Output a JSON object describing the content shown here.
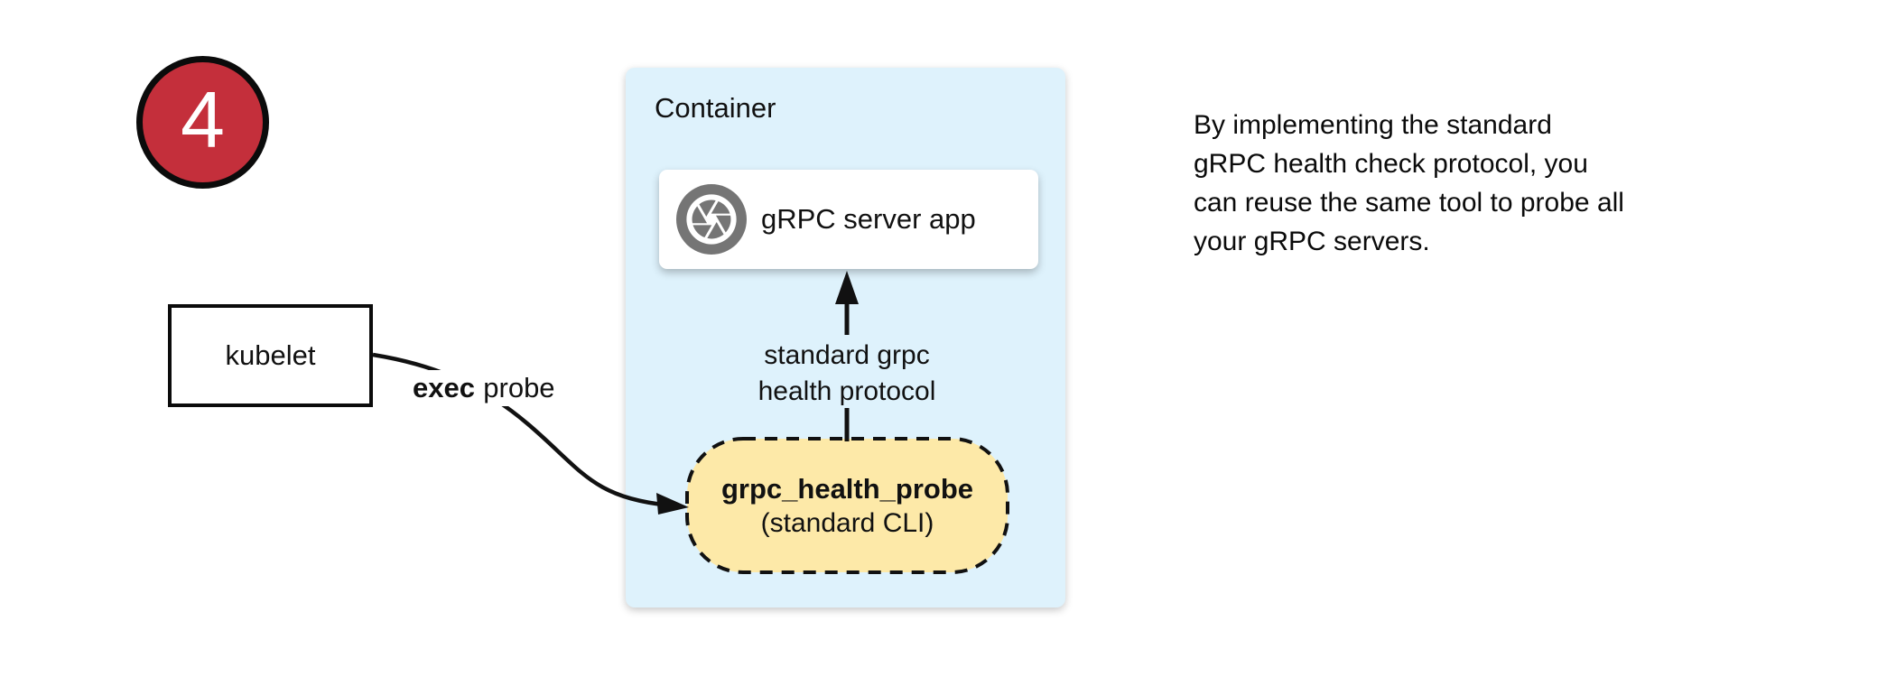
{
  "colors": {
    "badge_red": "#C42F3B",
    "container_blue": "#DEF2FC",
    "pill_yellow": "#FDE9A8",
    "icon_gray": "#757575",
    "line_black": "#111111"
  },
  "badge": {
    "number": "4"
  },
  "container": {
    "label": "Container"
  },
  "server_box": {
    "label": "gRPC server app",
    "icon": "camera-shutter-icon"
  },
  "protocol_arrow_label": {
    "line1": "standard grpc",
    "line2": "health protocol"
  },
  "probe_pill": {
    "name": "grpc_health_probe",
    "subtitle": "(standard CLI)"
  },
  "kubelet_box": {
    "label": "kubelet"
  },
  "exec_probe_label": {
    "bold": "exec",
    "rest": "probe"
  },
  "caption": {
    "line1": "By implementing the standard",
    "line2": "gRPC health check protocol, you",
    "line3": "can reuse the same tool to probe all",
    "line4": "your gRPC servers."
  }
}
